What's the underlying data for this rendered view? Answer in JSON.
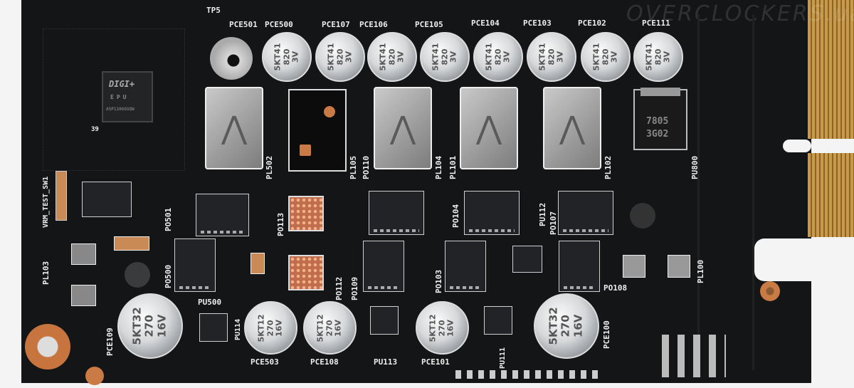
{
  "watermark": "OVERCLOCKERS.ua",
  "top_caps": {
    "line1": "5KT41",
    "line2": "820",
    "line3": "3V"
  },
  "big_caps": {
    "line1": "5KT32",
    "line2": "270",
    "line3": "16V"
  },
  "small_caps": {
    "line1": "5KT12",
    "line2": "270",
    "line3": "16V"
  },
  "regulator": {
    "line1": "7805",
    "line2": "3G02"
  },
  "controller": {
    "brand": "DIGI+",
    "sub": "EPU",
    "code": "ASP1106GGQW"
  },
  "labels": {
    "tp5": "TP5",
    "pce501": "PCE501",
    "pce500": "PCE500",
    "pce107": "PCE107",
    "pce106": "PCE106",
    "pce105": "PCE105",
    "pce104": "PCE104",
    "pce103": "PCE103",
    "pce102": "PCE102",
    "pce111": "PCE111",
    "pl502": "PL502",
    "pl105": "PL105",
    "po110": "PO110",
    "pl104": "PL104",
    "pl101": "PL101",
    "pl102": "PL102",
    "pu800": "PU800",
    "vrm": "VRM_TEST_SW1",
    "pl103": "PL103",
    "po501": "PO501",
    "po113": "PO113",
    "po500": "PO500",
    "po112": "PO112",
    "po109": "PO109",
    "po104": "PO104",
    "po103": "PO103",
    "pu112": "PU112",
    "po107": "PO107",
    "po108": "PO108",
    "pl100": "PL100",
    "pu114": "PU114",
    "pu500": "PU500",
    "pce109": "PCE109",
    "pce503": "PCE503",
    "pce108": "PCE108",
    "pu113": "PU113",
    "pce101": "PCE101",
    "pu111": "PU111",
    "pce100": "PCE100",
    "n39": "39"
  }
}
